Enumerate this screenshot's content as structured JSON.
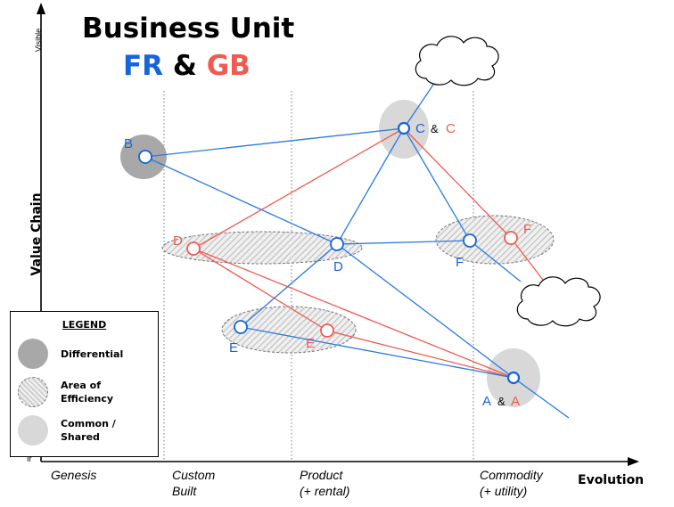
{
  "title": {
    "line1": "Business Unit",
    "fr": "FR",
    "amp": "&",
    "gb": "GB"
  },
  "axes": {
    "y_label": "Value Chain",
    "x_label": "Evolution",
    "y_top": "Visible",
    "y_bottom": "Ir"
  },
  "stages": [
    {
      "line1": "Genesis",
      "line2": ""
    },
    {
      "line1": "Custom",
      "line2": "Built"
    },
    {
      "line1": "Product",
      "line2": "(+ rental)"
    },
    {
      "line1": "Commodity",
      "line2": "(+ utility)"
    }
  ],
  "legend": {
    "title": "LEGEND",
    "items": [
      {
        "label": "Differential",
        "kind": "differential"
      },
      {
        "label": "Area of\nEfficiency",
        "kind": "efficiency"
      },
      {
        "label": "Common /\nShared",
        "kind": "common"
      }
    ]
  },
  "colors": {
    "fr": "#1565d8",
    "gb": "#f05a50",
    "differential": "#a8a8a8",
    "common": "#d8d8d8"
  },
  "nodes": {
    "A": {
      "fr": "A",
      "amp": "&",
      "gb": "A"
    },
    "B": {
      "fr": "B"
    },
    "C": {
      "fr": "C",
      "amp": "&",
      "gb": "C"
    },
    "D_fr": "D",
    "D_gb": "D",
    "E_fr": "E",
    "E_gb": "E",
    "F_fr": "F",
    "F_gb": "F"
  }
}
